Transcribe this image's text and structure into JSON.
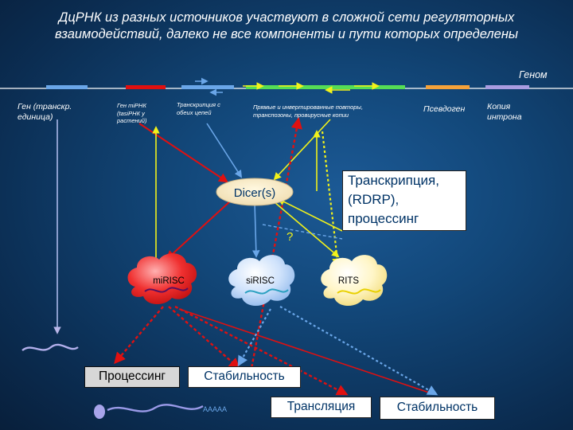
{
  "title": {
    "line1": "ДцРНК из разных источников участвуют в сложной сети регуляторных",
    "line2": "взаимодействий, далеко не все компоненты и пути которых определены"
  },
  "genome_label": "Геном",
  "sources": {
    "gene_transcript_1": "Ген (транскр.",
    "gene_transcript_2": "единица)",
    "mirna_gene_1": "Ген miРНК",
    "mirna_gene_2": "(tasiРНК у",
    "mirna_gene_3": "растений)",
    "transcription_both_1": "Транскрипция с",
    "transcription_both_2": "обеих цепей",
    "repeats_1": "Прямые и инвертированные повторы,",
    "repeats_2": "транспозоны, провирусные копии",
    "pseudogene": "Псевдоген",
    "intron_copy_1": "Копия",
    "intron_copy_2": "интрона"
  },
  "dicer_label": "Dicer(s)",
  "transcription_box": {
    "line1": "Транскрипция,",
    "line2": "(RDRP),",
    "line3": "процессинг"
  },
  "question_mark": "?",
  "complexes": {
    "miRISC": "miRISC",
    "siRISC": "siRISC",
    "RITS": "RITS"
  },
  "outcomes": {
    "processing": "Процессинг",
    "stability_1": "Стабильность",
    "translation": "Трансляция",
    "stability_2": "Стабильность"
  },
  "polyA": "AAAAA",
  "colors": {
    "red": "#e01010",
    "blue": "#6aa6e8",
    "yellow": "#f2f21a",
    "green": "#55dd55",
    "orange": "#f4a23a",
    "purple": "#a99ce0"
  }
}
